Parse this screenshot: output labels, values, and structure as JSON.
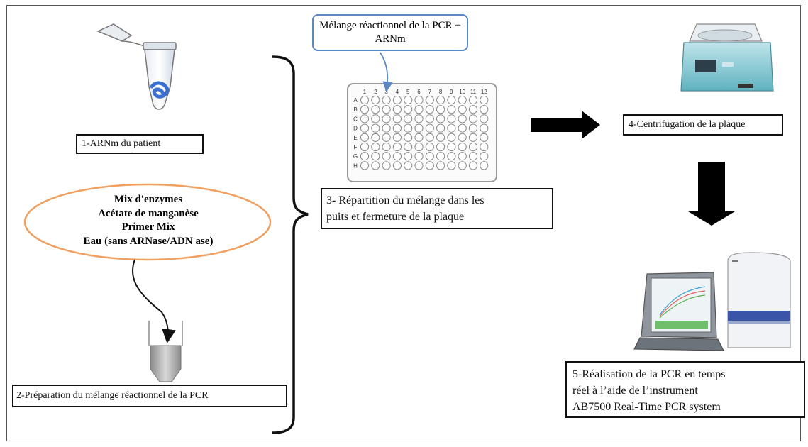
{
  "steps": {
    "s1": "1-ARNm du patient",
    "s2": "2-Préparation du mélange réactionnel de la PCR",
    "s3_line1": "3- Répartition du mélange dans les",
    "s3_line2": "puits et fermeture de la plaque",
    "s4": "4-Centrifugation de la plaque",
    "s5_line1": "5-Réalisation de la PCR en temps",
    "s5_line2": "réel à l’aide de l’instrument",
    "s5_line3": "AB7500 Real-Time PCR system"
  },
  "callout": {
    "line1": "Mélange réactionnel  de la PCR +",
    "line2": "ARNm"
  },
  "ellipse": {
    "line1": "Mix d'enzymes",
    "line2": "Acétate de manganèse",
    "line3": "Primer Mix",
    "line4": "Eau (sans ARNase/ADN ase)"
  },
  "plate": {
    "columns": [
      "1",
      "2",
      "3",
      "4",
      "5",
      "6",
      "7",
      "8",
      "9",
      "10",
      "11",
      "12"
    ],
    "rows": [
      "A",
      "B",
      "C",
      "D",
      "E",
      "F",
      "G",
      "H"
    ]
  },
  "colors": {
    "ellipse_border": "#f0a060",
    "callout_border": "#5b87c5",
    "arrow": "#000000"
  }
}
